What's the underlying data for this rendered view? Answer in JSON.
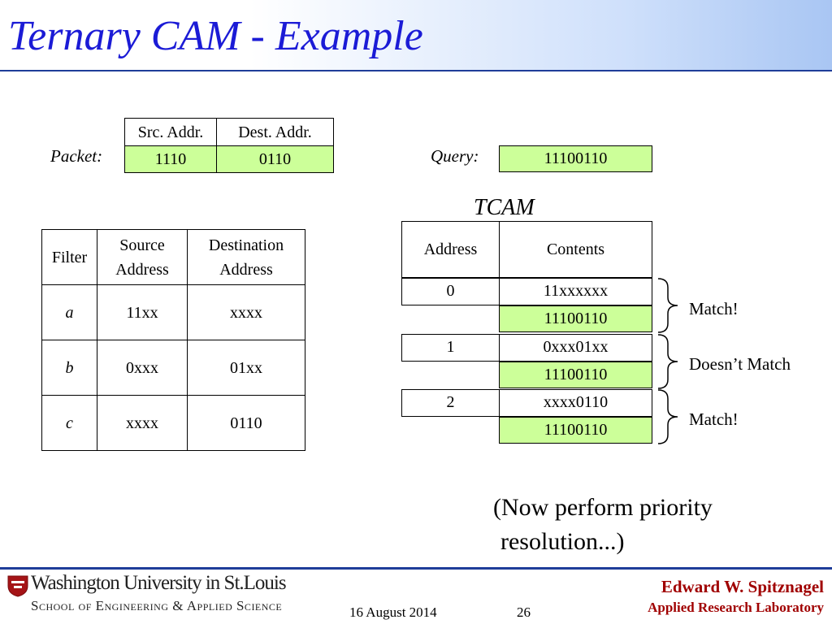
{
  "slide": {
    "title": "Ternary CAM - Example"
  },
  "packet": {
    "label": "Packet:",
    "headers": [
      "Src. Addr.",
      "Dest. Addr."
    ],
    "values": [
      "1110",
      "0110"
    ]
  },
  "query": {
    "label": "Query:",
    "value": "11100110"
  },
  "filters": {
    "headers": [
      "Filter",
      "Source Address",
      "Destination Address"
    ],
    "rows": [
      {
        "filter": "a",
        "source": "11xx",
        "dest": "xxxx"
      },
      {
        "filter": "b",
        "source": "0xxx",
        "dest": "01xx"
      },
      {
        "filter": "c",
        "source": "xxxx",
        "dest": "0110"
      }
    ]
  },
  "tcam": {
    "title": "TCAM",
    "headers": [
      "Address",
      "Contents"
    ],
    "entries": [
      {
        "address": "0",
        "contents": "11xxxxxx",
        "query": "11100110",
        "result": "Match!"
      },
      {
        "address": "1",
        "contents": "0xxx01xx",
        "query": "11100110",
        "result": "Doesn’t Match"
      },
      {
        "address": "2",
        "contents": "xxxx0110",
        "query": "11100110",
        "result": "Match!"
      }
    ]
  },
  "note": {
    "line1": "(Now perform priority",
    "line2": "resolution...)"
  },
  "footer": {
    "university": "Washington University in St.Louis",
    "school": "School of Engineering & Applied Science",
    "date": "16 August 2014",
    "page": "26",
    "author": "Edward W. Spitznagel",
    "lab": "Applied Research Laboratory"
  },
  "colors": {
    "title": "#1b1bd6",
    "highlight": "#ccff99",
    "rule": "#1f3d99",
    "author": "#a00000"
  }
}
